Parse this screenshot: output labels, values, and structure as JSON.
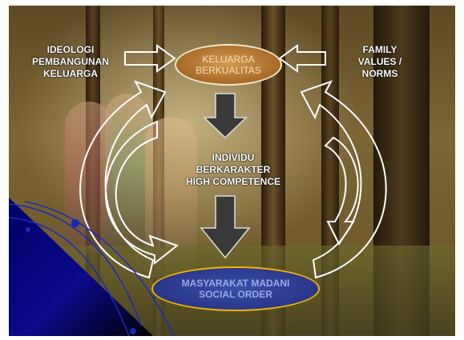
{
  "diagram": {
    "left_label": "IDEOLOGI\nPEMBANGUNAN\nKELUARGA",
    "right_label": "FAMILY\nVALUES /\nNORMS",
    "top_ellipse": "KELUARGA\nBERKUALITAS",
    "center_label": "INDIVIDU\nBERKARAKTER\nHIGH COMPETENCE",
    "bottom_ellipse": "MASYARAKAT MADANI\nSOCIAL ORDER"
  },
  "colors": {
    "top_ellipse_fill": "#b0722e",
    "bottom_ellipse_fill": "#2c3a8e",
    "bottom_ellipse_border": "#f2b400",
    "corner_gradient": "#0a0a8a"
  }
}
